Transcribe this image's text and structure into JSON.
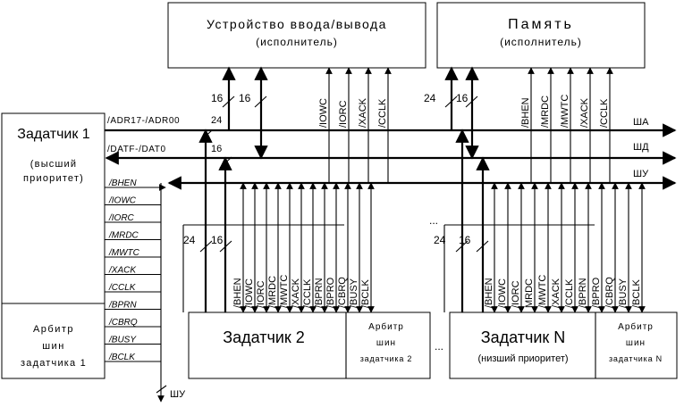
{
  "io_device": {
    "title": "Устройство ввода/вывода",
    "subtitle": "(исполнитель)"
  },
  "memory": {
    "title": "Память",
    "subtitle": "(исполнитель)"
  },
  "master1": {
    "title": "Задатчик 1",
    "subtitle_l1": "(высший",
    "subtitle_l2": "приоритет)"
  },
  "arbiter1": {
    "l1": "Арбитр",
    "l2": "шин",
    "l3": "задатчика 1"
  },
  "master2": {
    "title": "Задатчик 2"
  },
  "arbiter2": {
    "l1": "Арбитр",
    "l2": "шин",
    "l3": "задатчика 2"
  },
  "masterN": {
    "title": "Задатчик N",
    "subtitle": "(низший приоритет)"
  },
  "arbiterN": {
    "l1": "Арбитр",
    "l2": "шин",
    "l3": "задатчика N"
  },
  "buses": {
    "addr": {
      "name": "ША",
      "signal": "/ADR17-/ADR00",
      "width": "24"
    },
    "data": {
      "name": "ШД",
      "signal": "/DATF-/DAT0",
      "width": "16"
    },
    "ctrl": {
      "name": "ШУ",
      "bottom": "ШУ"
    }
  },
  "bus_widths": {
    "a": "16",
    "b": "16",
    "c": "24",
    "d": "16",
    "e": "24",
    "f": "16",
    "g": "24",
    "h": "16",
    "i": "24",
    "j": "16"
  },
  "io_signals": [
    "/IOWC",
    "/IORC",
    "/XACK",
    "/CCLK"
  ],
  "mem_signals": [
    "/BHEN",
    "/MRDC",
    "/MWTC",
    "/XACK",
    "/CCLK"
  ],
  "m1_signals": [
    "/BHEN",
    "/IOWC",
    "/IORC",
    "/MRDC",
    "/MWTC",
    "/XACK",
    "/CCLK",
    "/BPRN",
    "/CBRQ",
    "/BUSY",
    "/BCLK"
  ],
  "m2_signals": [
    "/BHEN",
    "/IOWC",
    "/IORC",
    "/MRDC",
    "/MWTC",
    "/XACK",
    "/CCLK",
    "/BPRN",
    "/BPRO",
    "/CBRQ",
    "/BUSY",
    "/BCLK"
  ],
  "mN_signals": [
    "/BHEN",
    "/IOWC",
    "/IORC",
    "MRDC",
    "/MWTC",
    "/XACK",
    "/CCLK",
    "/BPRN",
    "/BPRO",
    "/CBRQ",
    "/BUSY",
    "/BCLK"
  ],
  "ellipsis": {
    "mid": "...",
    "top": "..."
  }
}
